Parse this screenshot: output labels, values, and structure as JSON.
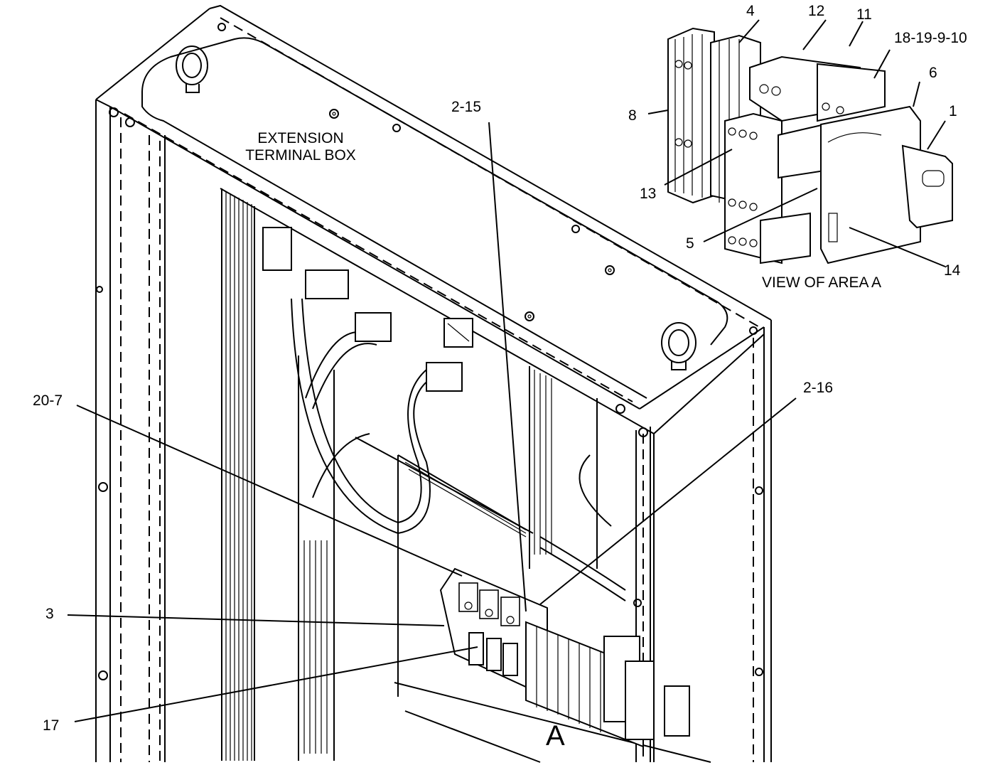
{
  "figure": {
    "captions": {
      "extension_box": [
        "EXTENSION",
        "TERMINAL BOX"
      ],
      "view_of_area": "VIEW OF AREA  A",
      "area_marker": "A"
    },
    "callouts": {
      "c2_15": "2-15",
      "c2_16": "2-16",
      "c20_7": "20-7",
      "c3": "3",
      "c17": "17",
      "c4": "4",
      "c12": "12",
      "c11": "11",
      "c18_19_9_10": "18-19-9-10",
      "c6": "6",
      "c1": "1",
      "c8": "8",
      "c13": "13",
      "c5": "5",
      "c14": "14"
    }
  }
}
